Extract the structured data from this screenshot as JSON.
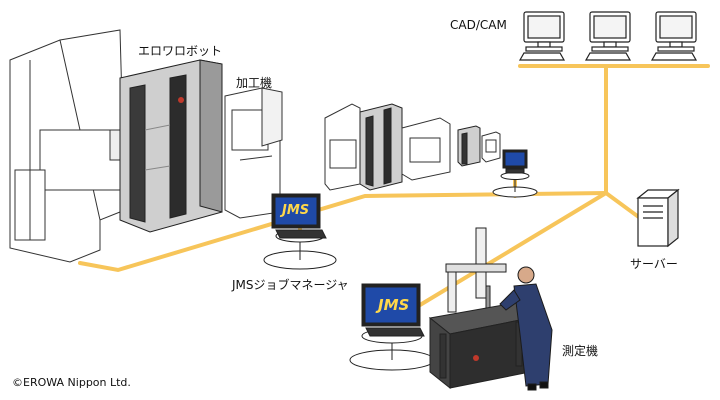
{
  "labels": {
    "cad_cam": "CAD/CAM",
    "robot": "エロワロボット",
    "machining": "加工機",
    "jms_manager": "JMSジョブマネージャ",
    "server": "サーバー",
    "measuring": "測定機"
  },
  "screens": {
    "jms_logo": "JMS"
  },
  "copyright": "©EROWA Nippon Ltd.",
  "colors": {
    "network_line": "#f7c55a",
    "screen_blue": "#1f4aa8",
    "robot_body": "#cfcfcf"
  },
  "icons": [
    "computer-icon",
    "server-icon",
    "robot-cell",
    "machine-tool",
    "measuring-machine",
    "operator-figure"
  ]
}
